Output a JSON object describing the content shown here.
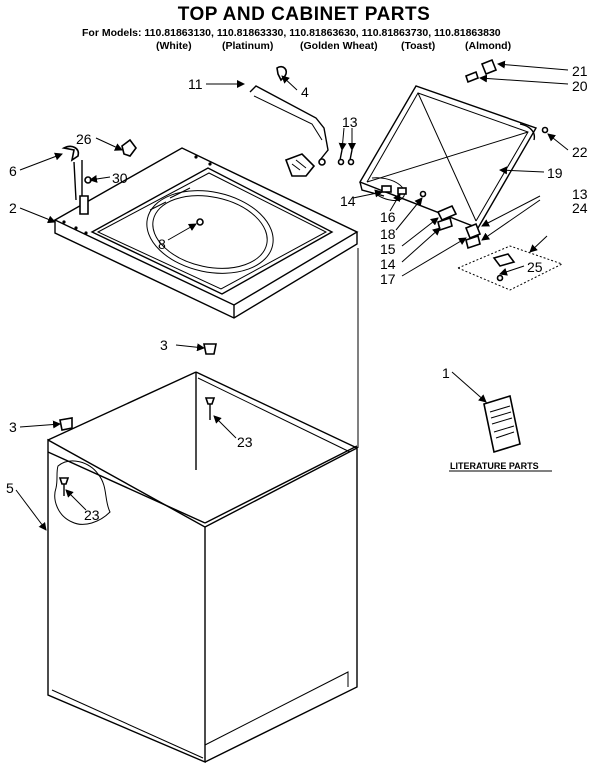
{
  "title": "TOP AND CABINET PARTS",
  "models_line": "For Models: 110.81863130, 110.81863330, 110.81863630, 110.81863730, 110.81863830",
  "finishes": [
    "(White)",
    "(Platinum)",
    "(Golden Wheat)",
    "(Toast)",
    "(Almond)"
  ],
  "callouts": {
    "c1": "1",
    "c2": "2",
    "c3a": "3",
    "c3b": "3",
    "c4": "4",
    "c5": "5",
    "c6": "6",
    "c8": "8",
    "c11": "11",
    "c13a": "13",
    "c13b": "13",
    "c14a": "14",
    "c14b": "14",
    "c15": "15",
    "c16": "16",
    "c17": "17",
    "c18": "18",
    "c19": "19",
    "c20": "20",
    "c21": "21",
    "c22": "22",
    "c23a": "23",
    "c23b": "23",
    "c24": "24",
    "c25": "25",
    "c26": "26",
    "c30": "30"
  },
  "literature_label": "LITERATURE PARTS"
}
